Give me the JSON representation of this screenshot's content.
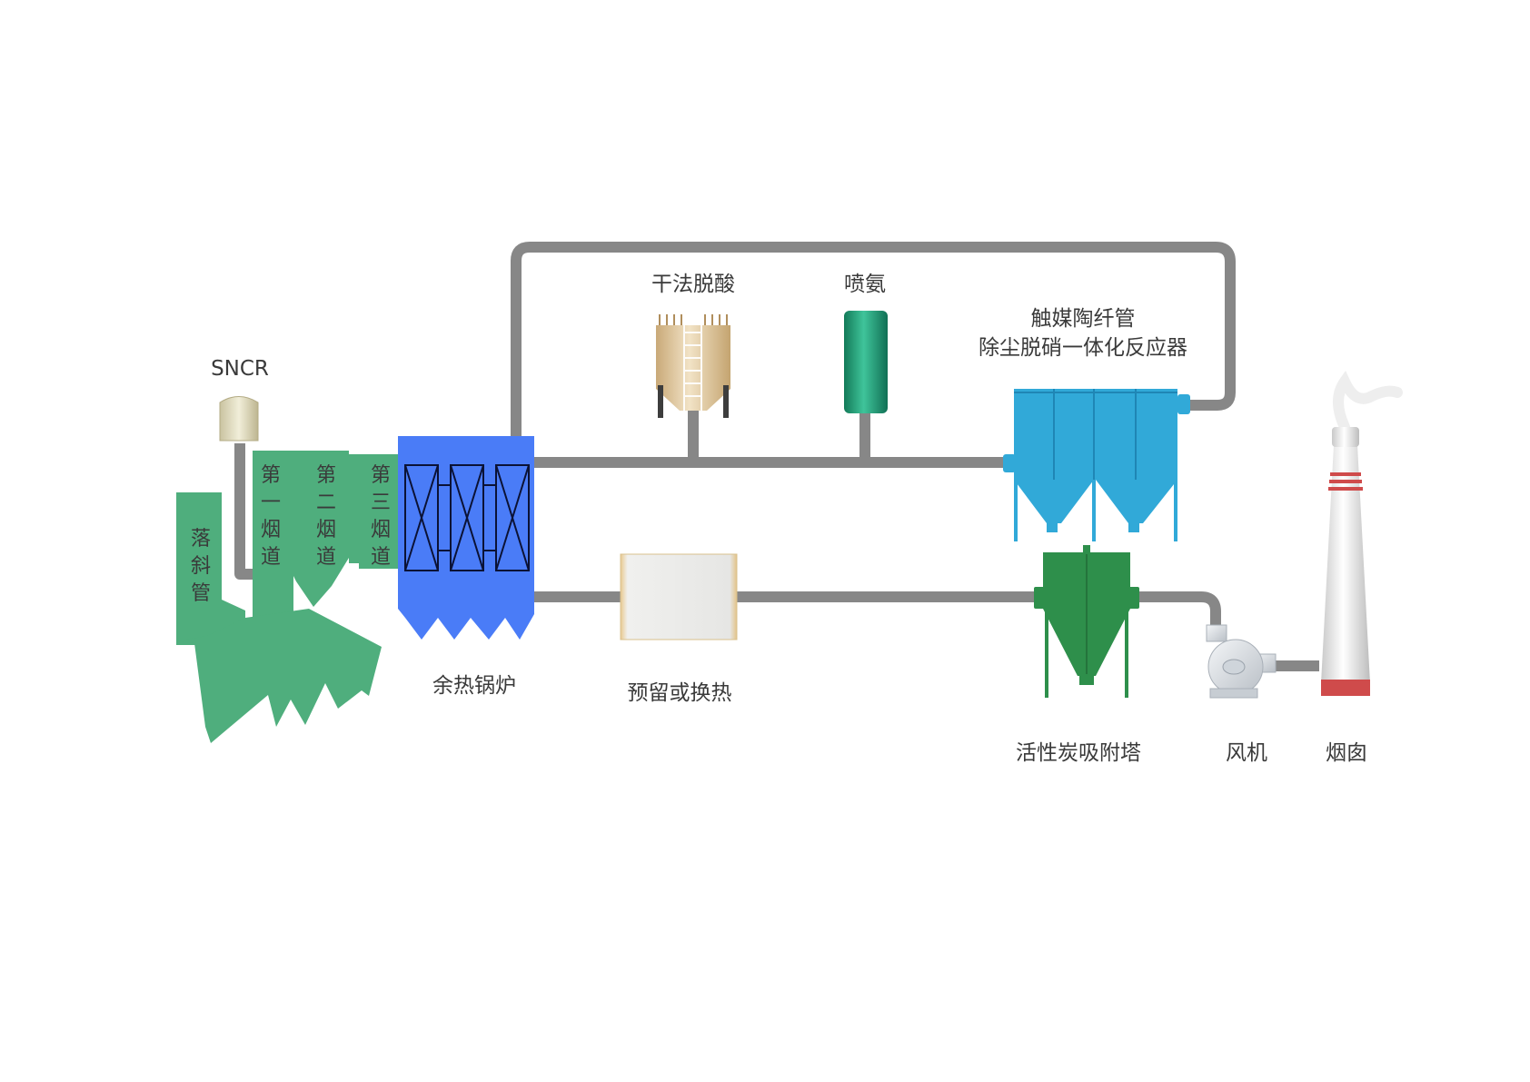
{
  "colors": {
    "pipe": "#878787",
    "flue_green": "#4fae7d",
    "boiler_blue": "#4a7cf7",
    "reactor_blue": "#31a9d8",
    "tower_green": "#2e8f4b",
    "tank_green": "#1c9a74",
    "tank_tan": "#d8bf95",
    "chimney_red": "#cf4b4b"
  },
  "labels": {
    "sncr": "SNCR",
    "fall_pipe": [
      "落",
      "斜",
      "管"
    ],
    "flue1": [
      "第",
      "一",
      "烟",
      "道"
    ],
    "flue2": [
      "第",
      "二",
      "烟",
      "道"
    ],
    "flue3": [
      "第",
      "三",
      "烟",
      "道"
    ],
    "boiler": "余热锅炉",
    "dry_deacid": "干法脱酸",
    "ammonia": "喷氨",
    "reactor_line1": "触媒陶纤管",
    "reactor_line2": "除尘脱硝一体化反应器",
    "reserve": "预留或换热",
    "carbon_tower": "活性炭吸附塔",
    "fan": "风机",
    "chimney": "烟囱"
  },
  "icons": {
    "sncr_tank": "sncr-tank-icon",
    "deacid_tank": "dry-deacid-tank-icon",
    "ammonia_tank": "ammonia-tank-icon",
    "fan": "fan-icon",
    "chimney": "chimney-icon"
  }
}
